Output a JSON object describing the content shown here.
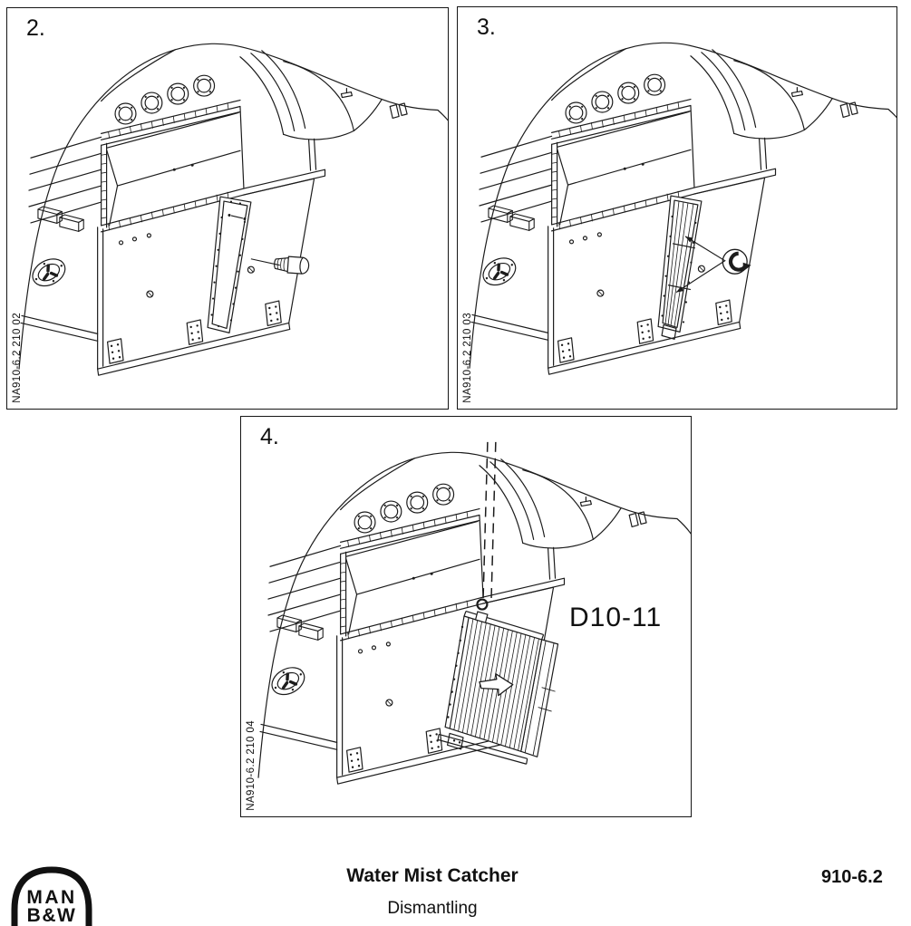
{
  "panels": [
    {
      "label": "2.",
      "drawing_number": "NA910-6.2 210 02"
    },
    {
      "label": "3.",
      "drawing_number": "NA910-6.2 210 03"
    },
    {
      "label": "4.",
      "drawing_number": "NA910-6.2 210 04",
      "part_label": "D10-11"
    }
  ],
  "footer": {
    "title": "Water Mist Catcher",
    "subtitle": "Dismantling",
    "doc_number": "910-6.2",
    "logo": {
      "line1": "MAN",
      "line2": "B&W"
    }
  }
}
